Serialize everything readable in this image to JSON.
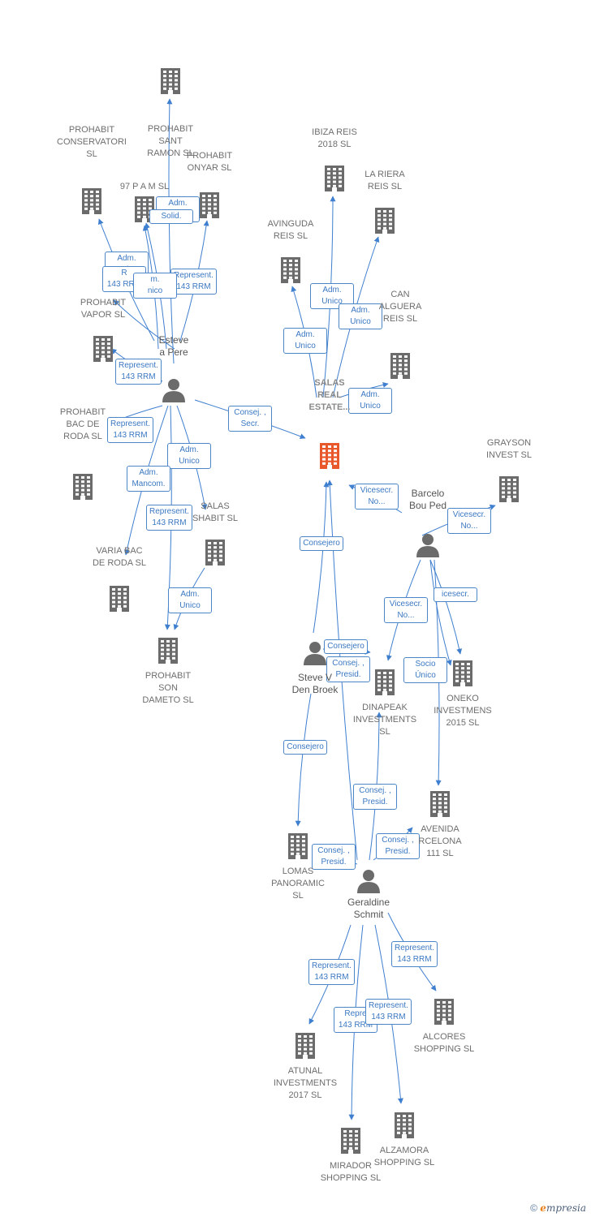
{
  "colors": {
    "edge": "#3f7fcf",
    "company": "#6b6b6b",
    "main_company": "#e8582a",
    "person": "#6b6b6b"
  },
  "nodes": [
    {
      "id": "prohabit-sant-ramon",
      "type": "company",
      "label": "PROHABIT\nSANT\nRAMON  SL"
    },
    {
      "id": "prohabit-conservatori",
      "type": "company",
      "label": "PROHABIT\nCONSERVATORI\nSL"
    },
    {
      "id": "97pam",
      "type": "company",
      "label": "97 P A M SL"
    },
    {
      "id": "prohabit-onyar",
      "type": "company",
      "label": "PROHABIT\nONYAR  SL"
    },
    {
      "id": "prohabit-vapor",
      "type": "company",
      "label": "PROHABIT\nVAPOR  SL"
    },
    {
      "id": "esteve",
      "type": "person",
      "label": "Esteve\na Pere"
    },
    {
      "id": "prohabit-bac",
      "type": "company",
      "label": "PROHABIT\nBAC DE\nRODA  SL"
    },
    {
      "id": "salas-shabit",
      "type": "company",
      "label": "SALAS\nSHABIT  SL"
    },
    {
      "id": "varia-bac",
      "type": "company",
      "label": "VARIA BAC\nDE RODA  SL"
    },
    {
      "id": "prohabit-son",
      "type": "company",
      "label": "PROHABIT\nSON\nDAMETO  SL"
    },
    {
      "id": "ibiza-reis",
      "type": "company",
      "label": "IBIZA REIS\n2018  SL"
    },
    {
      "id": "la-riera",
      "type": "company",
      "label": "LA RIERA\nREIS  SL"
    },
    {
      "id": "avinguda-reis",
      "type": "company",
      "label": "AVINGUDA\nREIS  SL"
    },
    {
      "id": "can-alguera",
      "type": "company",
      "label": "CAN\nALGUERA\nREIS  SL"
    },
    {
      "id": "salas-real",
      "type": "main",
      "label": "SALAS\nREAL\nESTATE..."
    },
    {
      "id": "grayson",
      "type": "company",
      "label": "GRAYSON\nINVEST  SL"
    },
    {
      "id": "barcelo",
      "type": "person",
      "label": "Barcelo\nBou Ped"
    },
    {
      "id": "steve",
      "type": "person",
      "label": "Steve V\nDen Broek"
    },
    {
      "id": "dinapeak",
      "type": "company",
      "label": "DINAPEAK\nINVESTMENTS\nSL"
    },
    {
      "id": "oneko",
      "type": "company",
      "label": "ONEKO\nINVESTMENS\n2015  SL"
    },
    {
      "id": "avenida",
      "type": "company",
      "label": "AVENIDA\nRCELONA\n111 SL"
    },
    {
      "id": "lomas",
      "type": "company",
      "label": "LOMAS\nPANORAMIC\nSL"
    },
    {
      "id": "geraldine",
      "type": "person",
      "label": "Geraldine\nSchmit"
    },
    {
      "id": "alcores",
      "type": "company",
      "label": "ALCORES\nSHOPPING  SL"
    },
    {
      "id": "atunal",
      "type": "company",
      "label": "ATUNAL\nINVESTMENTS\n2017  SL"
    },
    {
      "id": "alzamora",
      "type": "company",
      "label": "ALZAMORA\nSHOPPING  SL"
    },
    {
      "id": "mirador",
      "type": "company",
      "label": "MIRADOR\nSHOPPING  SL"
    }
  ],
  "edges": [
    {
      "from": "esteve",
      "to": "prohabit-sant-ramon",
      "label": "Adm.\nUnico"
    },
    {
      "from": "esteve",
      "to": "97pam",
      "label": "Solid."
    },
    {
      "from": "esteve",
      "to": "prohabit-conservatori",
      "label": "Adm.\nUnico"
    },
    {
      "from": "esteve",
      "to": "prohabit-onyar",
      "label": "Represent.\n143 RRM"
    },
    {
      "from": "esteve",
      "to": "prohabit-vapor",
      "label": "R\n143 RRM"
    },
    {
      "from": "esteve",
      "to": "97pam",
      "label": "m.\nnico"
    },
    {
      "from": "esteve",
      "to": "prohabit-vapor",
      "label": "Represent.\n143 RRM"
    },
    {
      "from": "esteve",
      "to": "salas-real",
      "label": "Consej. ,\nSecr."
    },
    {
      "from": "esteve",
      "to": "prohabit-bac",
      "label": "Represent.\n143 RRM"
    },
    {
      "from": "esteve",
      "to": "salas-shabit",
      "label": "Adm.\nUnico"
    },
    {
      "from": "esteve",
      "to": "varia-bac",
      "label": "Adm.\nMancom."
    },
    {
      "from": "esteve",
      "to": "prohabit-son",
      "label": "Represent.\n143 RRM"
    },
    {
      "from": "salas-shabit",
      "to": "prohabit-son",
      "label": "Adm.\nUnico"
    },
    {
      "from": "salas-real",
      "to": "ibiza-reis",
      "label": "Adm.\nUnico"
    },
    {
      "from": "salas-real",
      "to": "la-riera",
      "label": "Adm.\nUnico"
    },
    {
      "from": "salas-real",
      "to": "avinguda-reis",
      "label": "Adm.\nUnico"
    },
    {
      "from": "salas-real",
      "to": "can-alguera",
      "label": "Adm.\nUnico"
    },
    {
      "from": "barcelo",
      "to": "salas-real",
      "label": "Vicesecr.\nNo..."
    },
    {
      "from": "barcelo",
      "to": "grayson",
      "label": "Vicesecr.\nNo..."
    },
    {
      "from": "steve",
      "to": "salas-real",
      "label": "Consejero"
    },
    {
      "from": "barcelo",
      "to": "dinapeak",
      "label": "Vicesecr.\nNo..."
    },
    {
      "from": "barcelo",
      "to": "oneko",
      "label": "icesecr."
    },
    {
      "from": "barcelo",
      "to": "oneko",
      "label": "Socio\nÚnico"
    },
    {
      "from": "steve",
      "to": "dinapeak",
      "label": "Consejero"
    },
    {
      "from": "geraldine",
      "to": "salas-real",
      "label": "Consej. ,\nPresid."
    },
    {
      "from": "barcelo",
      "to": "avenida",
      "label": ""
    },
    {
      "from": "steve",
      "to": "lomas",
      "label": "Consejero"
    },
    {
      "from": "geraldine",
      "to": "dinapeak",
      "label": "Consej. ,\nPresid."
    },
    {
      "from": "geraldine",
      "to": "lomas",
      "label": "Consej. ,\nPresid."
    },
    {
      "from": "geraldine",
      "to": "avenida",
      "label": "Consej. ,\nPresid."
    },
    {
      "from": "geraldine",
      "to": "alcores",
      "label": "Represent.\n143 RRM"
    },
    {
      "from": "geraldine",
      "to": "atunal",
      "label": "Represent.\n143 RRM"
    },
    {
      "from": "geraldine",
      "to": "mirador",
      "label": "Repre\n143 RRM"
    },
    {
      "from": "geraldine",
      "to": "alzamora",
      "label": "Represent.\n143 RRM"
    }
  ],
  "footer": {
    "copyright": "©",
    "brand_first": "e",
    "brand_rest": "mpresia"
  }
}
